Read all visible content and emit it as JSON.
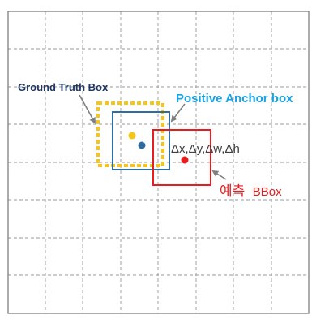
{
  "labels": {
    "ground_truth": "Ground Truth Box",
    "positive_anchor": "Positive Anchor box",
    "deltas": "Δx,Δy,Δw,Δh",
    "predicted_prefix": "예측",
    "predicted_suffix": "BBox"
  },
  "colors": {
    "grid_line": "#9a9a9a",
    "grid_border": "#7f7f7f",
    "ground_truth": "#f5c518",
    "anchor": "#2e6da4",
    "anchor_label": "#1aa3e0",
    "predicted": "#e81c1c",
    "ground_truth_label": "#1f3864",
    "arrow": "#7f7f7f",
    "delta_text": "#404040"
  }
}
